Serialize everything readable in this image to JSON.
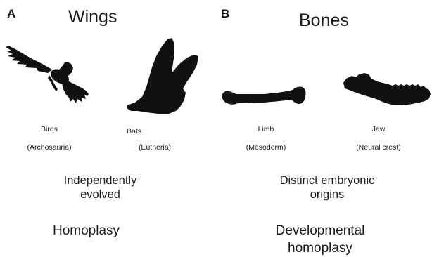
{
  "panel_a": {
    "letter": "A",
    "title": "Wings",
    "items": [
      {
        "name": "Birds",
        "taxon": "(Archosauria)"
      },
      {
        "name": "Bats",
        "taxon": "(Eutheria)"
      }
    ],
    "description_line1": "Independently",
    "description_line2": "evolved",
    "conclusion": "Homoplasy"
  },
  "panel_b": {
    "letter": "B",
    "title": "Bones",
    "items": [
      {
        "name": "Limb",
        "taxon": "(Mesoderm)"
      },
      {
        "name": "Jaw",
        "taxon": "(Neural crest)"
      }
    ],
    "description_line1": "Distinct embryonic",
    "description_line2": "origins",
    "conclusion_line1": "Developmental",
    "conclusion_line2": "homoplasy"
  }
}
